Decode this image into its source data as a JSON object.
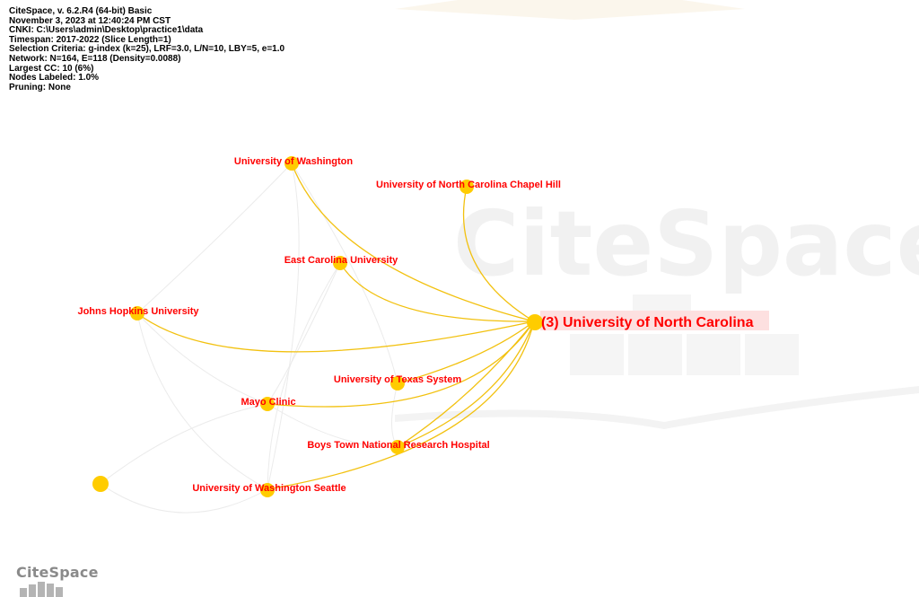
{
  "info": [
    "CiteSpace, v. 6.2.R4 (64-bit) Basic",
    "November 3, 2023 at 12:40:24 PM CST",
    "CNKI: C:\\Users\\admin\\Desktop\\practice1\\data",
    "Timespan: 2017-2022 (Slice Length=1)",
    "Selection Criteria: g-index (k=25), LRF=3.0, L/N=10, LBY=5, e=1.0",
    "Network: N=164, E=118 (Density=0.0088)",
    "Largest CC: 10 (6%)",
    "Nodes Labeled: 1.0%",
    "Pruning: None"
  ],
  "watermark": {
    "text": "CiteSpace"
  },
  "logo": {
    "text": "CiteSpace"
  },
  "colors": {
    "node": "#ffcc00",
    "edge": "#f2c10f",
    "label": "#ff0000",
    "label_highlight": "#fde0e0"
  },
  "nodes": [
    {
      "id": "unc",
      "label": "(3) University of North Carolina",
      "hub": true
    },
    {
      "id": "uw",
      "label": "University of Washington"
    },
    {
      "id": "unc_ch",
      "label": "University of North Carolina Chapel Hill"
    },
    {
      "id": "ecu",
      "label": "East Carolina University"
    },
    {
      "id": "jhu",
      "label": "Johns Hopkins University"
    },
    {
      "id": "uts",
      "label": "University of Texas System"
    },
    {
      "id": "mayo",
      "label": "Mayo Clinic"
    },
    {
      "id": "btnrh",
      "label": "Boys Town National Research Hospital"
    },
    {
      "id": "uws",
      "label": "University of Washington Seattle"
    },
    {
      "id": "unlabeled",
      "label": ""
    }
  ]
}
